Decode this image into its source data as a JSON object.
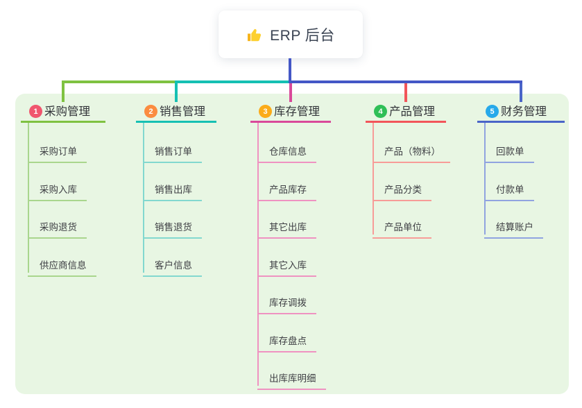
{
  "root": {
    "label": "ERP 后台",
    "icon": "thumbs-up-icon",
    "icon_colors": {
      "hand": "#fdd02f",
      "cuff": "#f6b41d"
    }
  },
  "colors": {
    "root_connector": "#4457c6",
    "panel_bg": "#e8f6e3",
    "canvas_bg": "#ffffff"
  },
  "branches": [
    {
      "num": "1",
      "title": "采购管理",
      "badge_color": "#f0566e",
      "line_color": "#7fc241",
      "sub_line_color": "#a9d68d",
      "children": [
        "采购订单",
        "采购入库",
        "采购退货",
        "供应商信息"
      ]
    },
    {
      "num": "2",
      "title": "销售管理",
      "badge_color": "#fb8c40",
      "line_color": "#16c0b3",
      "sub_line_color": "#82d8cf",
      "children": [
        "销售订单",
        "销售出库",
        "销售退货",
        "客户信息"
      ]
    },
    {
      "num": "3",
      "title": "库存管理",
      "badge_color": "#fbab19",
      "line_color": "#d9499a",
      "sub_line_color": "#ef92c1",
      "children": [
        "仓库信息",
        "产品库存",
        "其它出库",
        "其它入库",
        "库存调拨",
        "库存盘点",
        "出库库明细"
      ]
    },
    {
      "num": "4",
      "title": "产品管理",
      "badge_color": "#2fbf57",
      "line_color": "#f2555a",
      "sub_line_color": "#f79c98",
      "children": [
        "产品（物料）",
        "产品分类",
        "产品单位"
      ]
    },
    {
      "num": "5",
      "title": "财务管理",
      "badge_color": "#27a9ea",
      "line_color": "#4a65c8",
      "sub_line_color": "#90a3e0",
      "children": [
        "回款单",
        "付款单",
        "结算账户"
      ]
    }
  ]
}
